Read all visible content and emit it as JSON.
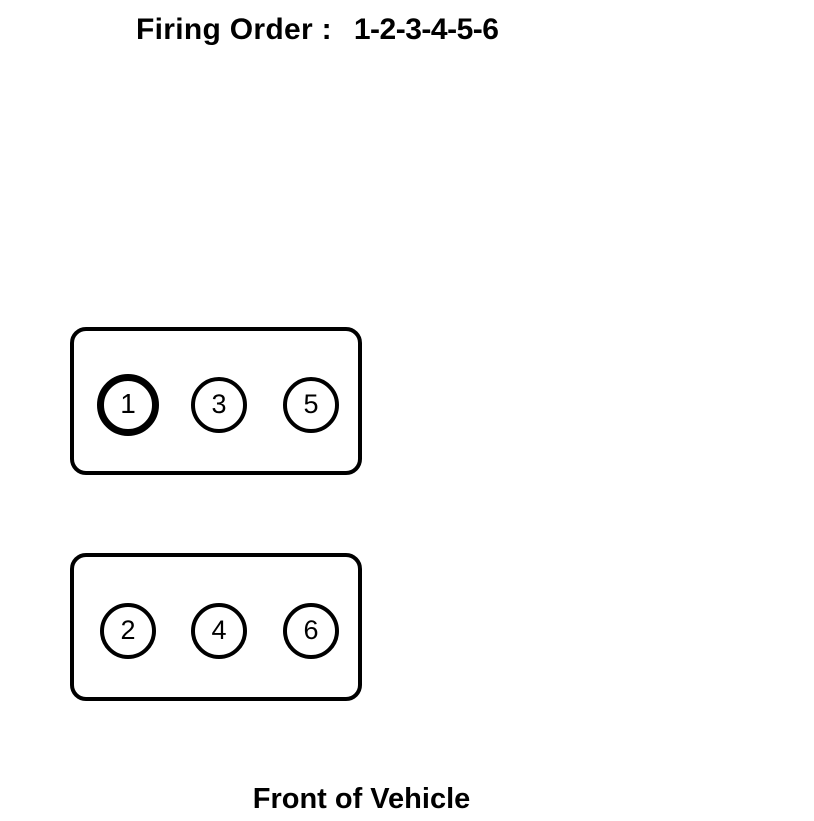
{
  "diagram": {
    "title": {
      "label": "Firing Order :",
      "sequence": "1-2-3-4-5-6"
    },
    "caption": "Front of Vehicle",
    "colors": {
      "background": "#ffffff",
      "stroke": "#000000",
      "text": "#000000"
    },
    "banks": [
      {
        "name": "top-bank",
        "cylinders": [
          {
            "number": "1",
            "highlighted": true
          },
          {
            "number": "3",
            "highlighted": false
          },
          {
            "number": "5",
            "highlighted": false
          }
        ]
      },
      {
        "name": "bottom-bank",
        "cylinders": [
          {
            "number": "2",
            "highlighted": false
          },
          {
            "number": "4",
            "highlighted": false
          },
          {
            "number": "6",
            "highlighted": false
          }
        ]
      }
    ]
  }
}
